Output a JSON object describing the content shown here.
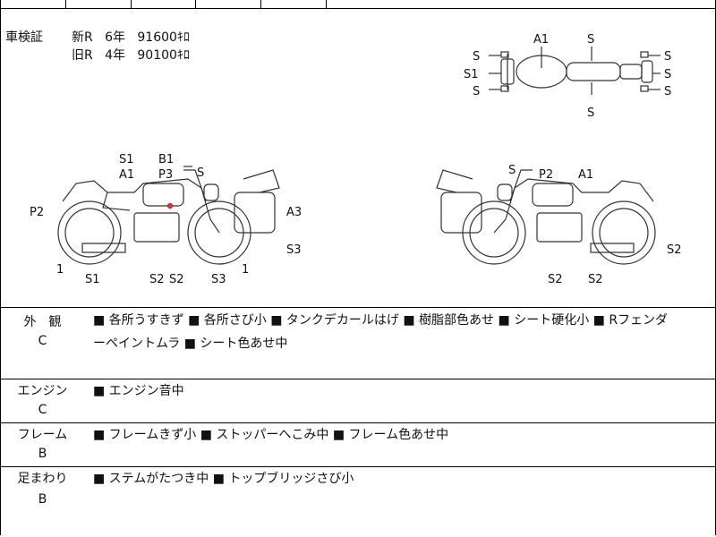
{
  "top_strip": {
    "text": ""
  },
  "registration": {
    "label": "車検証",
    "rows": [
      {
        "type": "新R",
        "years": "6年",
        "odometer": "91600ｷﾛ"
      },
      {
        "type": "旧R",
        "years": "4年",
        "odometer": "90100ｷﾛ"
      }
    ]
  },
  "diagram_labels": {
    "top_view": {
      "a1": "A1",
      "s": "S",
      "s1": "S1"
    },
    "left_view": {
      "s1": "S1",
      "a1": "A1",
      "b1": "B1",
      "p3": "P3",
      "s": "S",
      "p2": "P2",
      "a3": "A3",
      "s3": "S3",
      "s2": "S2",
      "one": "1"
    },
    "right_view": {
      "s": "S",
      "p2": "P2",
      "a1": "A1",
      "s2": "S2"
    }
  },
  "sections": [
    {
      "label": "外　観",
      "grade": "C",
      "lines": [
        "■ 各所うすきず ■ 各所さび小 ■ タンクデカールはげ ■ 樹脂部色あせ ■ シート硬化小 ■ Rフェンダ",
        "ーペイントムラ ■ シート色あせ中"
      ]
    },
    {
      "label": "エンジン",
      "grade": "C",
      "lines": [
        "■ エンジン音中"
      ]
    },
    {
      "label": "フレーム",
      "grade": "B",
      "lines": [
        "■ フレームきず小 ■ ストッパーへこみ中 ■ フレーム色あせ中"
      ]
    },
    {
      "label": "足まわり",
      "grade": "B",
      "lines": [
        "■ ステムがたつき中 ■ トップブリッジさび小"
      ]
    }
  ]
}
